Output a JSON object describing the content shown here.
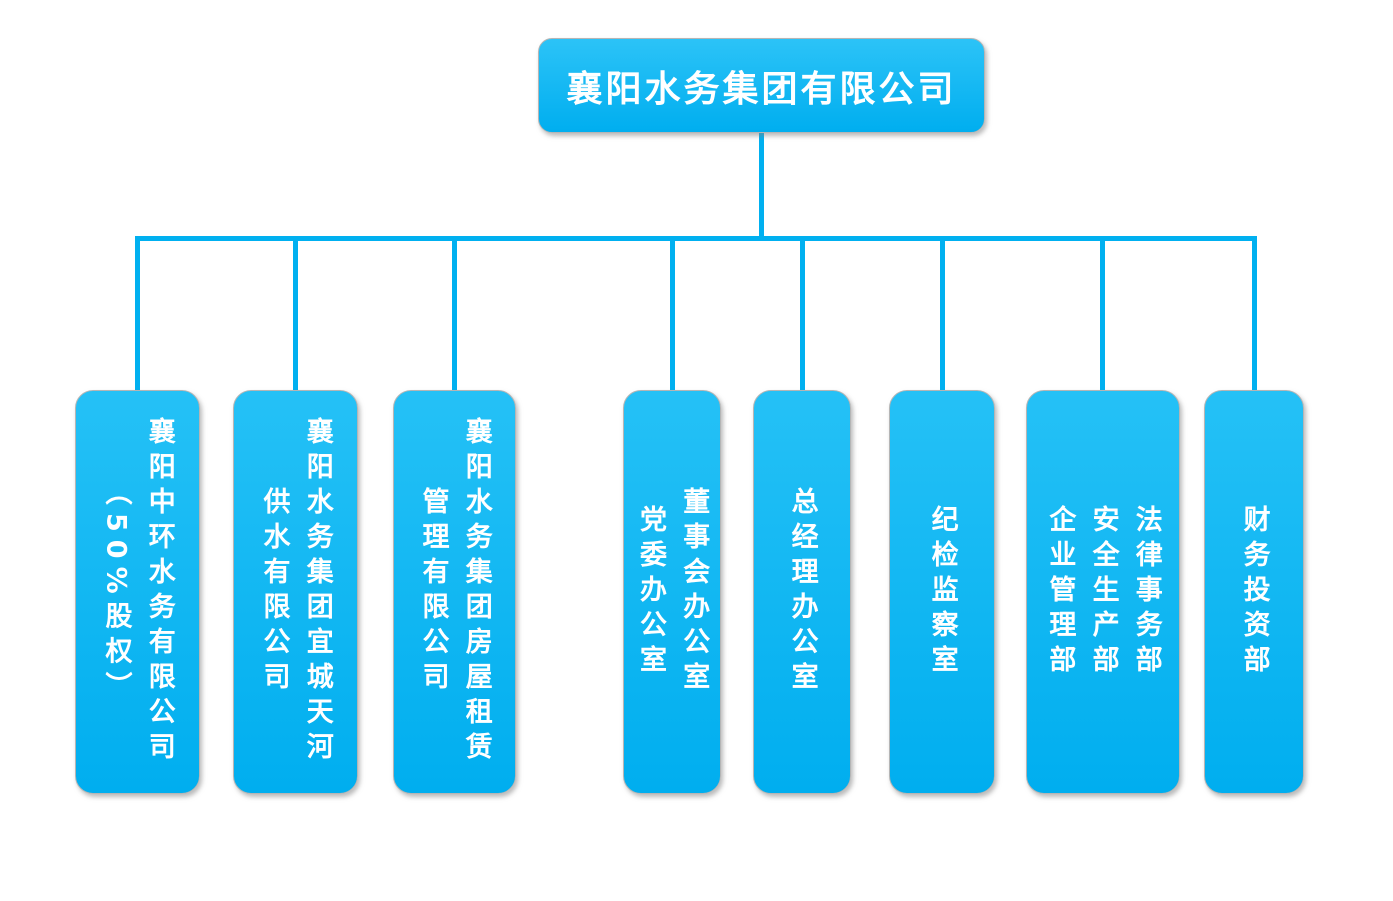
{
  "colors": {
    "node_fill": "#00b0f0",
    "connector": "#00b0f0",
    "node_text": "#ffffff",
    "background": "#ffffff"
  },
  "root": {
    "label": "襄阳水务集团有限公司"
  },
  "children": [
    {
      "columns": [
        "襄阳中环水务有限公司",
        "（50%股权）"
      ]
    },
    {
      "columns": [
        "襄阳水务集团宜城天河",
        "供水有限公司"
      ]
    },
    {
      "columns": [
        "襄阳水务集团房屋租赁",
        "管理有限公司"
      ]
    },
    {
      "columns": [
        "董事会办公室",
        "党委办公室"
      ]
    },
    {
      "columns": [
        "总经理办公室"
      ]
    },
    {
      "columns": [
        "纪检监察室"
      ]
    },
    {
      "columns": [
        "法律事务部",
        "安全生产部",
        "企业管理部"
      ]
    },
    {
      "columns": [
        "财务投资部"
      ]
    }
  ]
}
